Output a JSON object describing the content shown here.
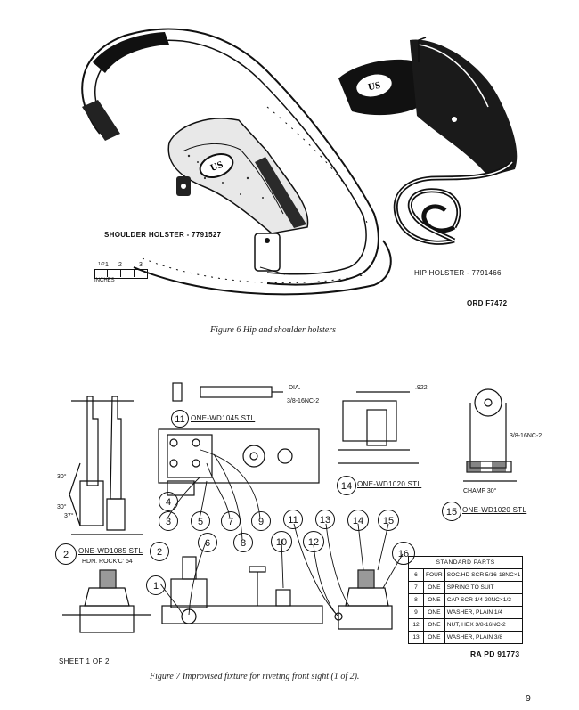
{
  "figure6": {
    "shoulder_label": "SHOULDER HOLSTER - 7791527",
    "hip_label": "HIP HOLSTER - 7791466",
    "scale_label": "INCHES",
    "scale_ticks": [
      "1",
      "2",
      "3"
    ],
    "scale_sub": "1/2",
    "ord_number": "ORD F7472",
    "caption": "Figure 6  Hip and shoulder holsters",
    "us_marking": "US"
  },
  "figure7": {
    "callouts": [
      "1",
      "2",
      "3",
      "4",
      "5",
      "6",
      "7",
      "8",
      "9",
      "10",
      "11",
      "12",
      "13",
      "14",
      "15",
      "16"
    ],
    "part_labels": {
      "p11": "ONE-WD1045 STL",
      "p14": "ONE-WD1020 STL",
      "p15": "ONE-WD1020 STL",
      "p2": "ONE-WD1085 STL",
      "p2_sub": "HDN. ROCK'C' 54"
    },
    "dimensions": {
      "d922": ".922",
      "dia": "DIA.",
      "thread1": "3/8-16NC-2",
      "thread2": "3/8-16NC-2",
      "chamf": "CHAMF 30°",
      "angle30a": "30°",
      "angle30b": "30°",
      "angle37": "37°"
    },
    "standard_parts": {
      "title": "STANDARD PARTS",
      "rows": [
        {
          "n": "6",
          "qty": "FOUR",
          "desc": "SOC.HD SCR  5/16-18NC×1"
        },
        {
          "n": "7",
          "qty": "ONE",
          "desc": "SPRING TO SUIT"
        },
        {
          "n": "8",
          "qty": "ONE",
          "desc": "CAP SCR  1/4-20NC×1/2"
        },
        {
          "n": "9",
          "qty": "ONE",
          "desc": "WASHER, PLAIN 1/4"
        },
        {
          "n": "12",
          "qty": "ONE",
          "desc": "NUT, HEX 3/8-16NC-2"
        },
        {
          "n": "13",
          "qty": "ONE",
          "desc": "WASHER, PLAIN 3/8"
        }
      ]
    },
    "sheet": "SHEET 1 OF 2",
    "ra_number": "RA PD 91773",
    "caption": "Figure 7  Improvised fixture for riveting front sight (1 of 2)."
  },
  "page_number": "9"
}
